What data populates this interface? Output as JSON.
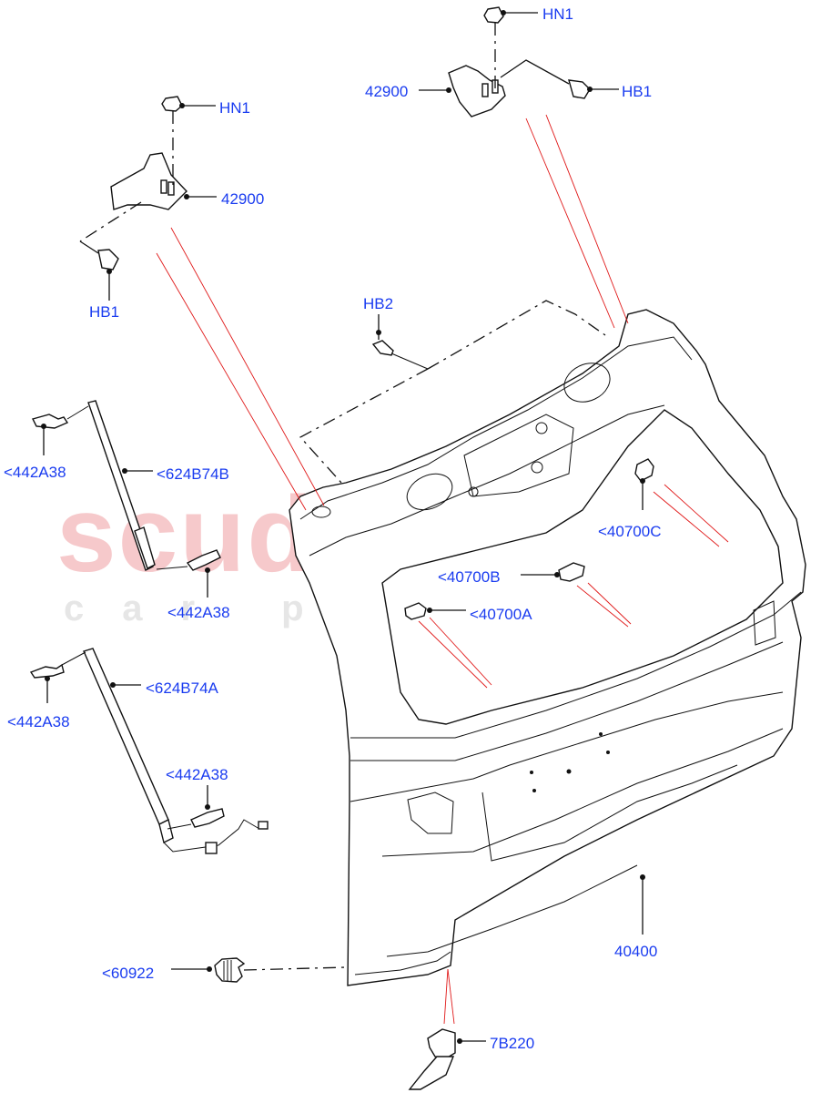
{
  "watermark": {
    "brand": "scuderia",
    "subtitle": "car parts",
    "brand_color": "#f6c9cb",
    "subtitle_color": "#e6e6e6"
  },
  "colors": {
    "label_text": "#1a3cf0",
    "leader_line": "#111111",
    "reference_line": "#e01818"
  },
  "labels": {
    "hn1_top": "HN1",
    "hb1_top": "HB1",
    "hinge_right": "42900",
    "hn1_left": "HN1",
    "hinge_left": "42900",
    "hb1_left": "HB1",
    "hb2": "HB2",
    "ball_stud_b_upper": "<442A38",
    "strut_b": "<624B74B",
    "ball_stud_b_lower": "<442A38",
    "ball_stud_a_upper": "<442A38",
    "strut_a": "<624B74A",
    "ball_stud_a_lower": "<442A38",
    "clip_c": "<40700C",
    "clip_b": "<40700B",
    "clip_a": "<40700A",
    "tailgate": "40400",
    "bump_stop": "<60922",
    "bracket": "7B220"
  }
}
